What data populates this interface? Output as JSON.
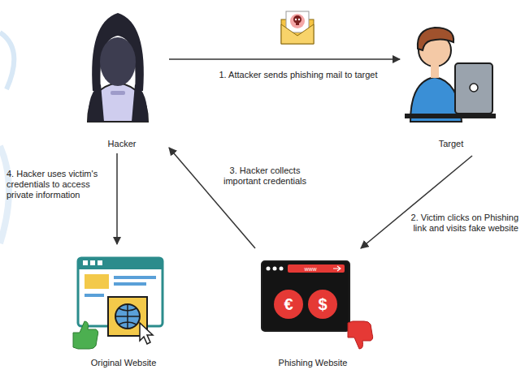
{
  "diagram": {
    "nodes": [
      {
        "text": [
          "Hacker"
        ]
      },
      {
        "text": [
          "Target"
        ]
      },
      {
        "text": [
          "Original Website"
        ]
      },
      {
        "text": [
          "Phishing Website"
        ]
      }
    ],
    "edges": [
      {
        "from": 0,
        "to": 1,
        "arrow": "to",
        "label": "1. Attacker sends phishing mail to target"
      },
      {
        "from": 1,
        "to": 3,
        "arrow": "to",
        "label": "2. Victim clicks on Phishing link and visits fake website"
      },
      {
        "from": 3,
        "to": 0,
        "arrow": "to",
        "label": "3. Hacker collects important credentials"
      },
      {
        "from": 0,
        "to": 2,
        "arrow": "to",
        "label": "4. Hacker uses victim's credentials to access private information"
      }
    ],
    "labels": [
      "www",
      "€",
      "$"
    ]
  }
}
